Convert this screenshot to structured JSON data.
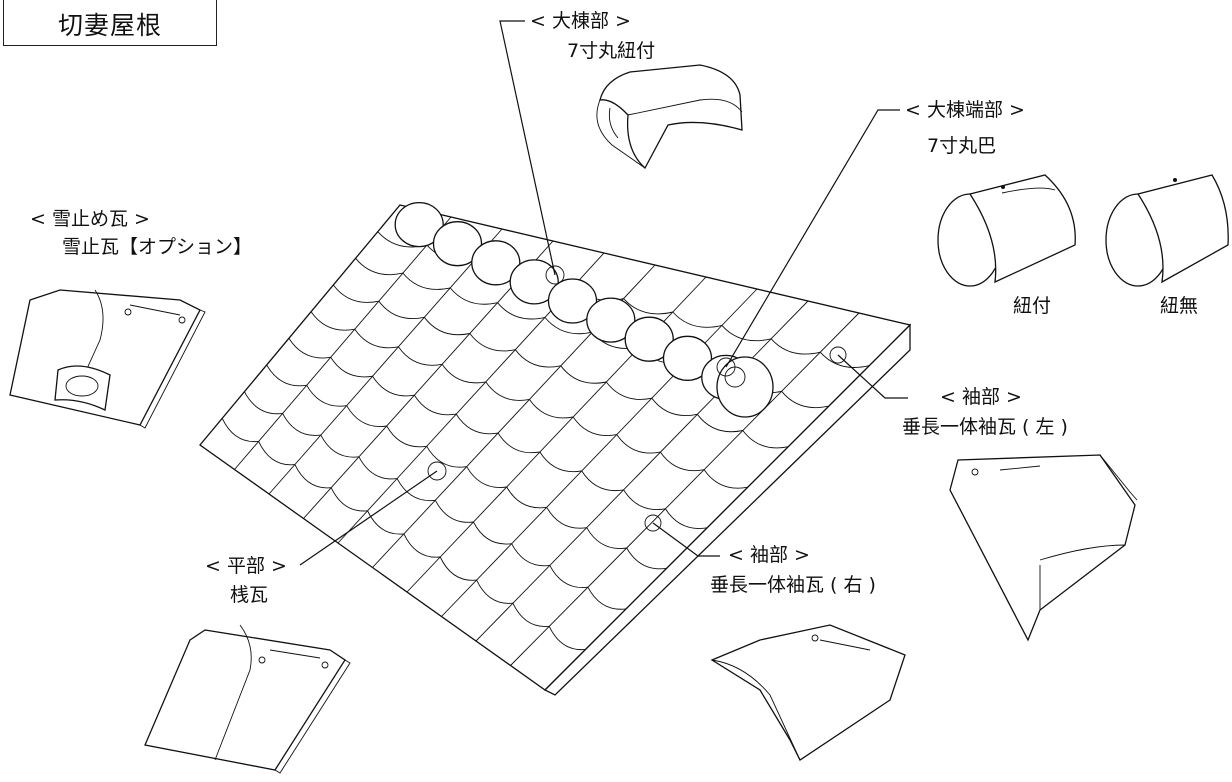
{
  "title": "切妻屋根",
  "labels": {
    "ridge_category": "< 大棟部 >",
    "ridge_part": "7寸丸紐付",
    "ridge_end_category": "< 大棟端部 >",
    "ridge_end_part": "7寸丸巴",
    "ridge_end_variant_a": "紐付",
    "ridge_end_variant_b": "紐無",
    "snow_category": "< 雪止め瓦 >",
    "snow_part": "雪止瓦【オプション】",
    "sleeve_left_category": "< 袖部 >",
    "sleeve_left_part": "垂長一体袖瓦 ( 左 )",
    "flat_category": "< 平部 >",
    "flat_part": "桟瓦",
    "sleeve_right_category": "< 袖部 >",
    "sleeve_right_part": "垂長一体袖瓦 ( 右 )"
  },
  "colors": {
    "line": "#111111",
    "background": "#ffffff"
  }
}
